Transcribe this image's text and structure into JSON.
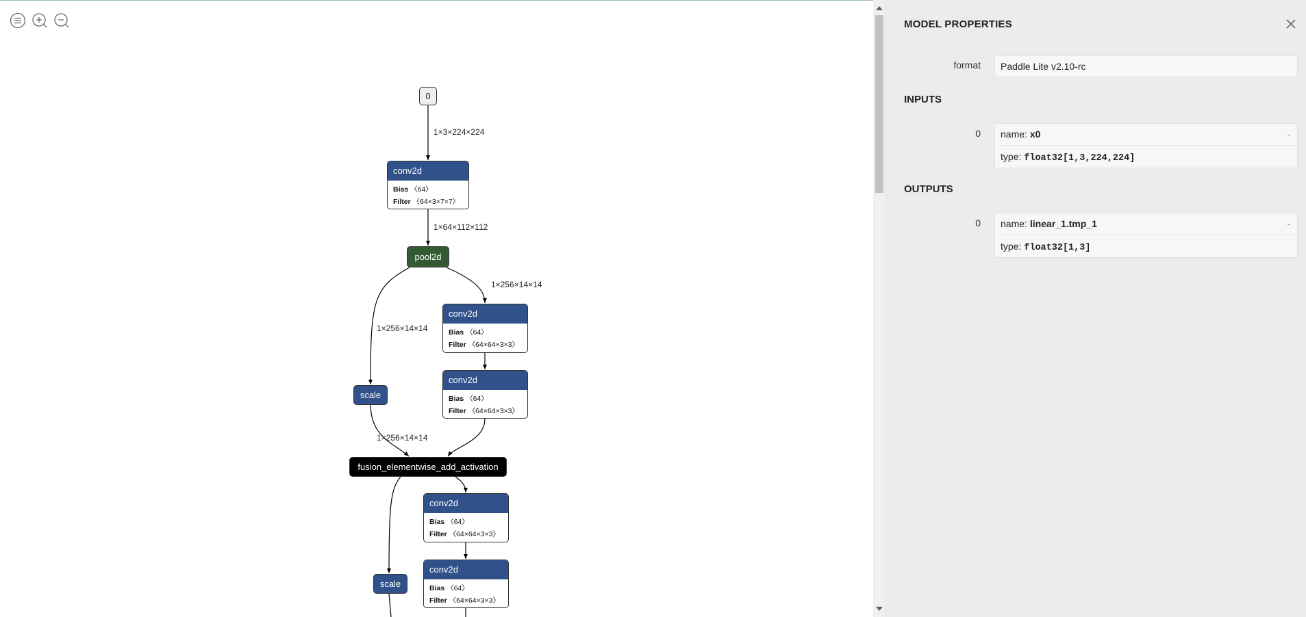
{
  "toolbar": {
    "icons": [
      "menu-icon",
      "zoom-in-icon",
      "zoom-out-icon"
    ]
  },
  "graph": {
    "input_node": {
      "label": "0"
    },
    "edges": [
      {
        "label": "1×3×224×224"
      },
      {
        "label": "1×64×112×112"
      },
      {
        "label": "1×256×14×14"
      },
      {
        "label": "1×256×14×14"
      },
      {
        "label": "1×256×14×14"
      }
    ],
    "nodes": [
      {
        "op": "conv2d",
        "attrs": [
          {
            "name": "Bias",
            "value": "〈64〉"
          },
          {
            "name": "Filter",
            "value": "〈64×3×7×7〉"
          }
        ]
      },
      {
        "op": "pool2d"
      },
      {
        "op": "conv2d",
        "attrs": [
          {
            "name": "Bias",
            "value": "〈64〉"
          },
          {
            "name": "Filter",
            "value": "〈64×64×3×3〉"
          }
        ]
      },
      {
        "op": "conv2d",
        "attrs": [
          {
            "name": "Bias",
            "value": "〈64〉"
          },
          {
            "name": "Filter",
            "value": "〈64×64×3×3〉"
          }
        ]
      },
      {
        "op": "scale"
      },
      {
        "op": "fusion_elementwise_add_activation"
      },
      {
        "op": "conv2d",
        "attrs": [
          {
            "name": "Bias",
            "value": "〈64〉"
          },
          {
            "name": "Filter",
            "value": "〈64×64×3×3〉"
          }
        ]
      },
      {
        "op": "conv2d",
        "attrs": [
          {
            "name": "Bias",
            "value": "〈64〉"
          },
          {
            "name": "Filter",
            "value": "〈64×64×3×3〉"
          }
        ]
      },
      {
        "op": "scale"
      }
    ],
    "colors": {
      "conv": "#30518a",
      "pool": "#345a34",
      "fusion": "#000000",
      "input": "#eeeeee"
    }
  },
  "panel": {
    "title": "MODEL PROPERTIES",
    "format": {
      "label": "format",
      "value": "Paddle Lite v2.10-rc"
    },
    "inputs": {
      "title": "INPUTS",
      "items": [
        {
          "index": "0",
          "name_label": "name:",
          "name": "x0",
          "type_label": "type:",
          "type": "float32[1,3,224,224]",
          "expander": "-"
        }
      ]
    },
    "outputs": {
      "title": "OUTPUTS",
      "items": [
        {
          "index": "0",
          "name_label": "name:",
          "name": "linear_1.tmp_1",
          "type_label": "type:",
          "type": "float32[1,3]",
          "expander": "-"
        }
      ]
    }
  }
}
